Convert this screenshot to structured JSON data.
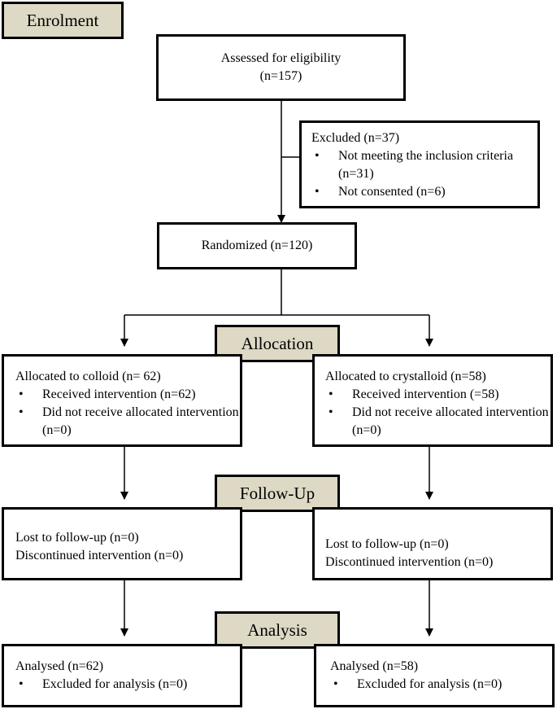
{
  "colors": {
    "label_fill": "#ddd9c4",
    "border": "#000000"
  },
  "stages": {
    "enrolment": "Enrolment",
    "allocation": "Allocation",
    "follow_up": "Follow-Up",
    "analysis": "Analysis"
  },
  "assessed": {
    "line1": "Assessed for eligibility",
    "line2": "(n=157)"
  },
  "excluded": {
    "title": "Excluded (n=37)",
    "items": [
      "Not meeting the inclusion criteria (n=31)",
      "Not consented (n=6)"
    ]
  },
  "randomized": "Randomized (n=120)",
  "allocation": {
    "colloid": {
      "title": "Allocated to colloid (n= 62)",
      "items": [
        "Received intervention (n=62)",
        "Did not receive allocated intervention (n=0)"
      ]
    },
    "crystalloid": {
      "title": "Allocated to crystalloid (n=58)",
      "items": [
        "Received intervention (=58)",
        "Did not receive allocated intervention (n=0)"
      ]
    }
  },
  "follow_up": {
    "colloid": {
      "line1": "Lost to follow-up (n=0)",
      "line2": "Discontinued intervention (n=0)"
    },
    "crystalloid": {
      "line1": "Lost to follow-up (n=0)",
      "line2": "Discontinued intervention (n=0)"
    }
  },
  "analysis": {
    "colloid": {
      "title": "Analysed (n=62)",
      "items": [
        "Excluded for analysis (n=0)"
      ]
    },
    "crystalloid": {
      "title": "Analysed (n=58)",
      "items": [
        "Excluded for analysis (n=0)"
      ]
    }
  }
}
